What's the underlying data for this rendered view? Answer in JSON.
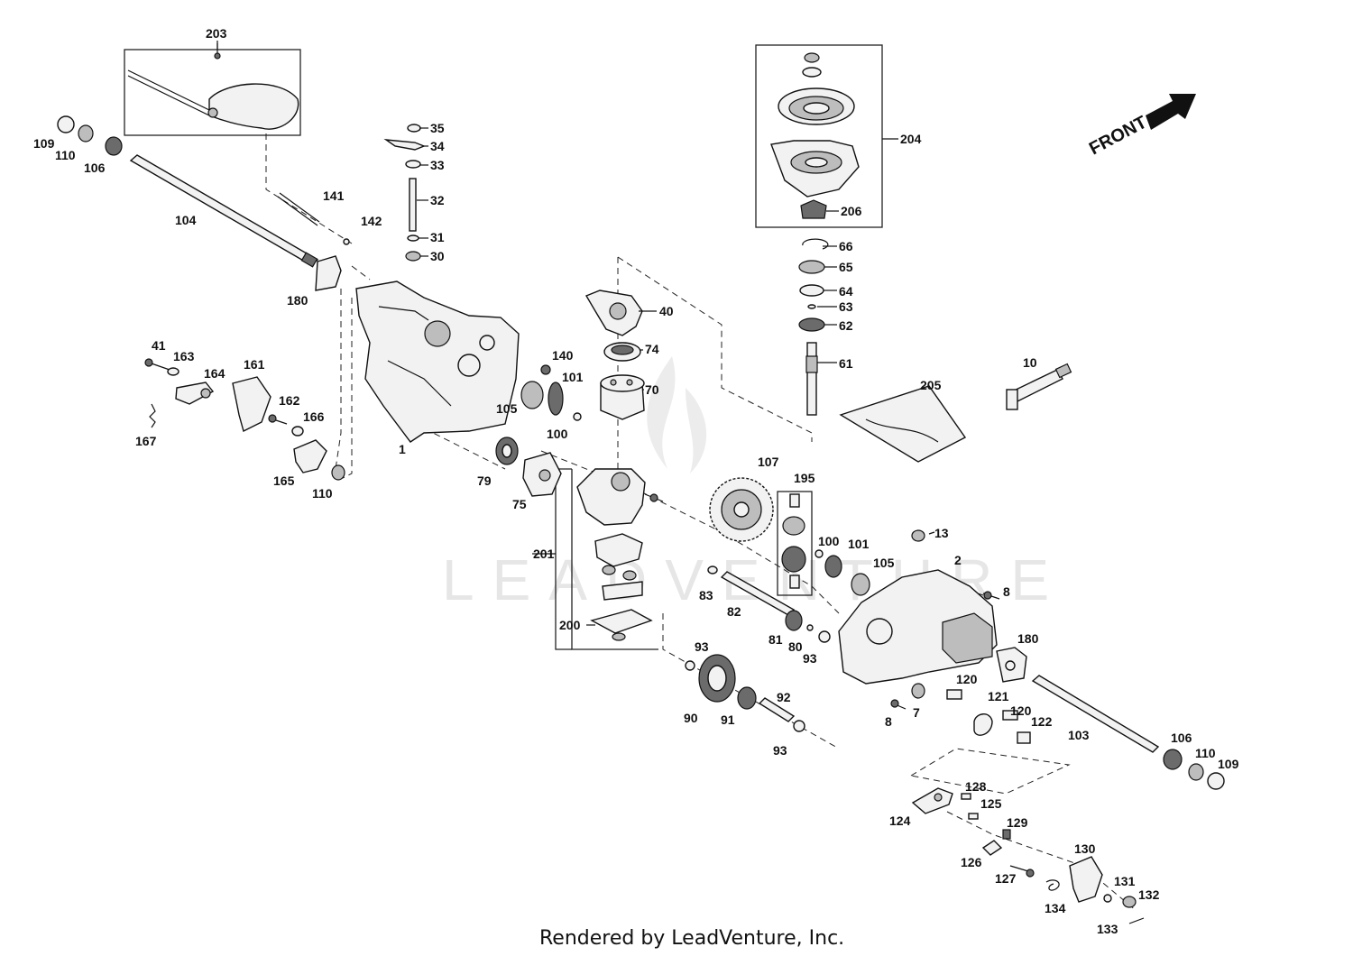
{
  "watermark_text": "LEADVENTURE",
  "footer_text": "Rendered by LeadVenture, Inc.",
  "front_label": "FRONT",
  "callouts": [
    "203",
    "109",
    "110",
    "106",
    "104",
    "141",
    "142",
    "180",
    "35",
    "34",
    "33",
    "32",
    "31",
    "30",
    "40",
    "74",
    "70",
    "204",
    "206",
    "66",
    "65",
    "64",
    "63",
    "62",
    "61",
    "10",
    "205",
    "41",
    "163",
    "164",
    "161",
    "167",
    "162",
    "166",
    "165",
    "110",
    "140",
    "101",
    "105",
    "100",
    "1",
    "79",
    "75",
    "201",
    "200",
    "107",
    "195",
    "100",
    "101",
    "105",
    "13",
    "2",
    "8",
    "180",
    "83",
    "82",
    "81",
    "80",
    "93",
    "93",
    "90",
    "91",
    "92",
    "93",
    "120",
    "121",
    "120",
    "122",
    "8",
    "7",
    "103",
    "106",
    "110",
    "109",
    "128",
    "125",
    "124",
    "129",
    "126",
    "127",
    "130",
    "134",
    "131",
    "132",
    "133"
  ]
}
